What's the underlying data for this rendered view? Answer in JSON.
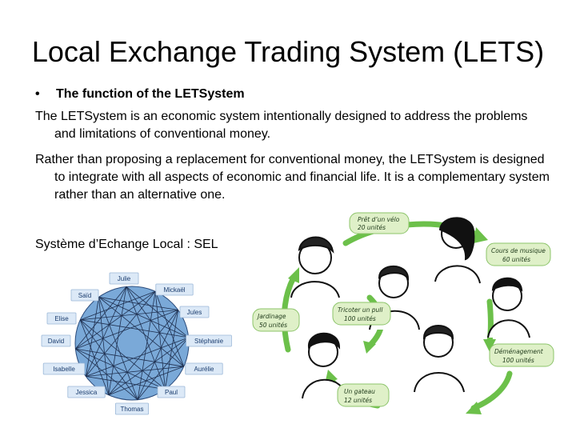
{
  "slide": {
    "title": "Local Exchange Trading System (LETS)",
    "bullet_heading": "The function of the LETSystem",
    "bullet_symbol": "•",
    "paragraph_1": "The LETSystem is an economic system intentionally designed to address the problems and limitations of conventional money.",
    "paragraph_2": "Rather than proposing a replacement for conventional money, the LETSystem is designed to integrate with all aspects of economic and financial life. It is a complementary system rather than an alternative one.",
    "sel_caption": "Système d’Echange Local : SEL"
  },
  "network": {
    "nodes": [
      "Julie",
      "Mickaël",
      "Jules",
      "Stéphanie",
      "Aurélie",
      "Paul",
      "Thomas",
      "Jessica",
      "Isabelle",
      "David",
      "Elise",
      "Saïd"
    ],
    "colors": {
      "circle_fill": "#7aa9d8",
      "label_fill": "#dce9f7",
      "label_border": "#9bb8d8",
      "line": "#1f3050"
    }
  },
  "exchange_cycle": {
    "bubbles": [
      {
        "line1": "Prêt d’un vélo",
        "line2": "20 unités"
      },
      {
        "line1": "Cours de musique",
        "line2": "60 unités"
      },
      {
        "line1": "Déménagement",
        "line2": "100 unités"
      },
      {
        "line1": "Un gateau",
        "line2": "12 unités"
      },
      {
        "line1": "Jardinage",
        "line2": "50 unités"
      },
      {
        "line1": "Tricoter un pull",
        "line2": "100 unités"
      }
    ],
    "colors": {
      "arrow": "#6cc04a",
      "bubble_fill": "#dff0c8",
      "bubble_border": "#8cc46a"
    }
  }
}
